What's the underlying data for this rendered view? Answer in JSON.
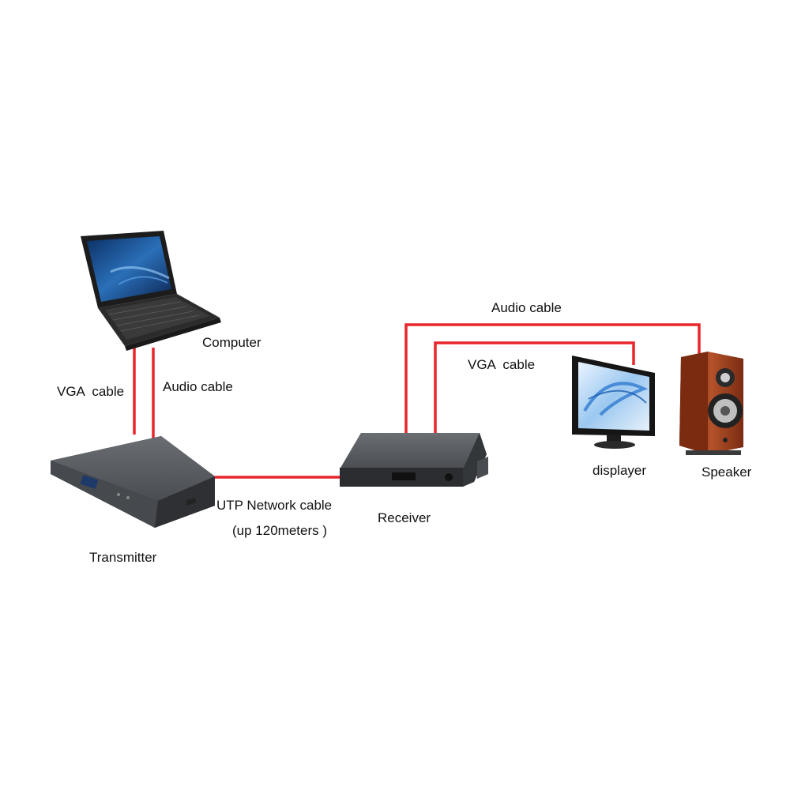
{
  "labels": {
    "computer": "Computer",
    "vga_cable_left": "VGA  cable",
    "audio_cable_left": "Audio cable",
    "utp_cable": "UTP Network cable",
    "utp_length": "(up 120meters )",
    "transmitter": "Transmitter",
    "receiver": "Receiver",
    "audio_cable_top": "Audio cable",
    "vga_cable_top": "VGA  cable",
    "displayer": "displayer",
    "speaker": "Speaker"
  },
  "colors": {
    "cable": "#e8262b",
    "device_body": "#55585c",
    "laptop_screen": "#2a6fb8",
    "monitor_screen": "#3b8ad6",
    "speaker_wood": "#9a3d1c"
  },
  "icons": {
    "computer": "laptop-icon",
    "transmitter": "transmitter-box-icon",
    "receiver": "receiver-box-icon",
    "displayer": "monitor-icon",
    "speaker": "speaker-icon"
  }
}
